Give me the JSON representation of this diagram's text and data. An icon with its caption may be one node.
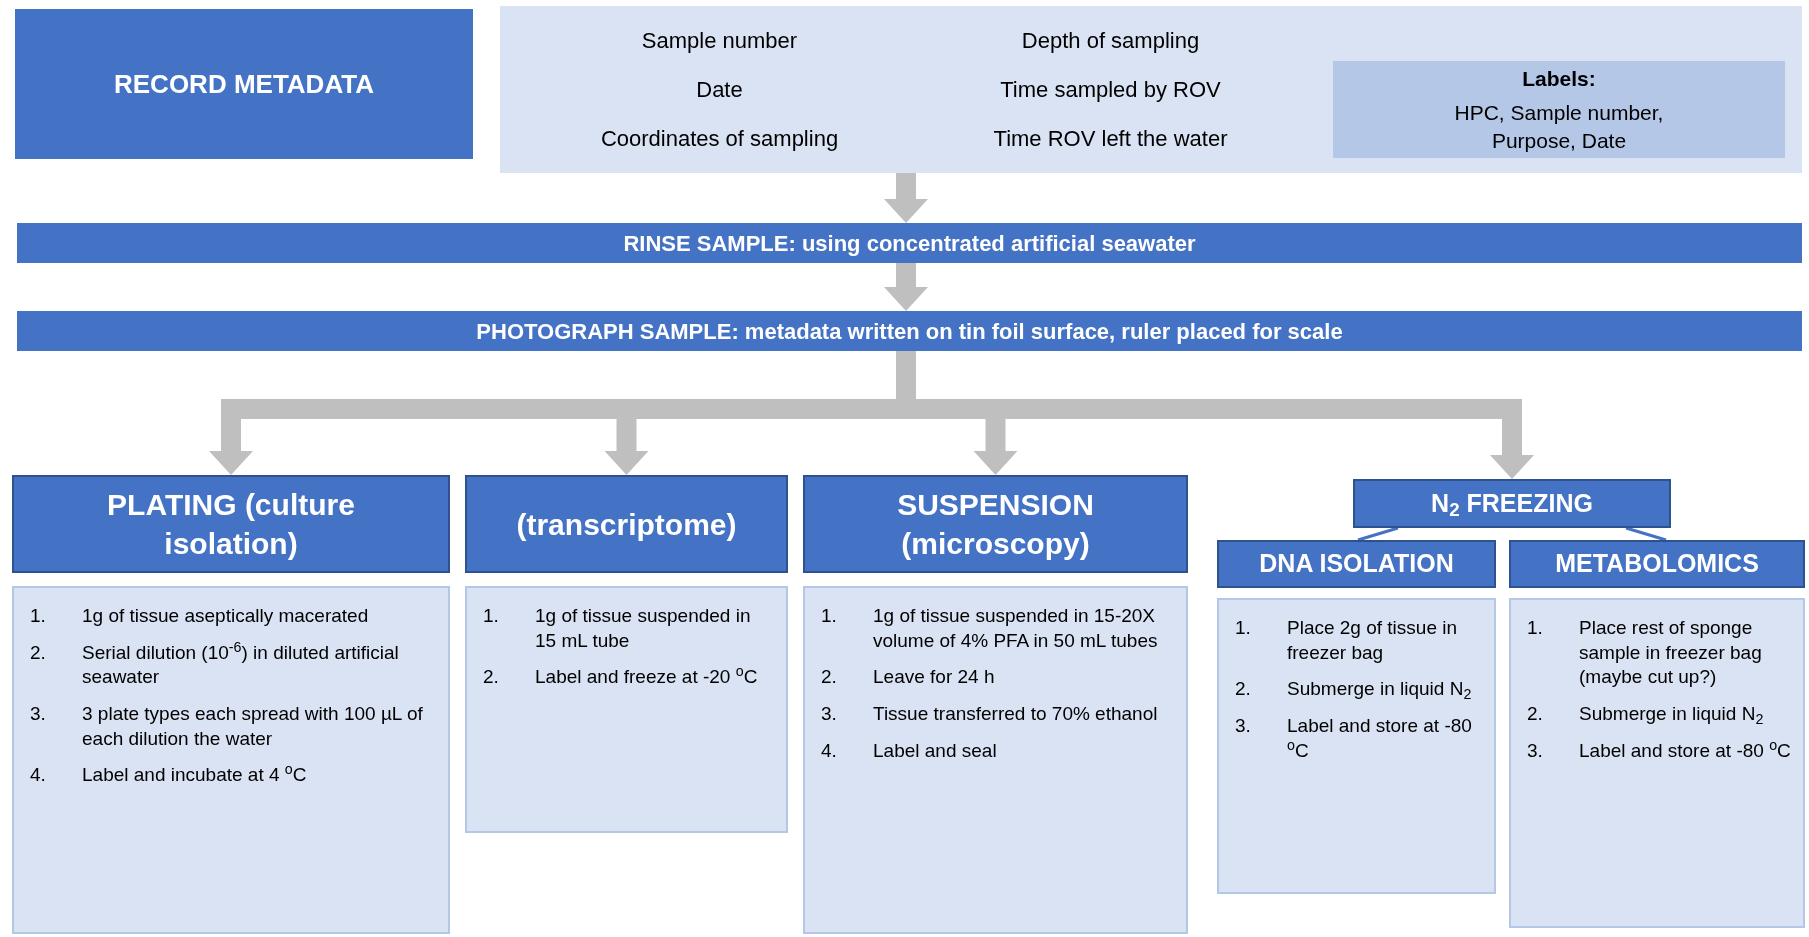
{
  "diagram": {
    "nodes": [
      {
        "text": [
          "RECORD METADATA"
        ]
      },
      {
        "text": [
          "Sample number",
          "Depth of sampling",
          "Date",
          "Time sampled by ROV",
          "Coordinates of sampling",
          "Time ROV left the water"
        ]
      },
      {
        "text": [
          "Labels:",
          "HPC, Sample number, Purpose, Date"
        ],
        "in": 1
      },
      {
        "text": [
          "RINSE SAMPLE: using concentrated artificial seawater"
        ]
      },
      {
        "text": [
          "PHOTOGRAPH SAMPLE: metadata written on tin foil surface, ruler placed for scale"
        ]
      },
      {
        "text": [
          "PLATING (culture isolation)"
        ]
      },
      {
        "text": [
          "1.",
          "1g of tissue aseptically macerated",
          "2.",
          "Serial dilution (10$^{-6}$) in diluted artificial seawater",
          "3.",
          "3 plate types each spread with 100 µL of each dilution the water",
          "4.",
          "Label and incubate at 4 $^{o}$C"
        ]
      },
      {
        "text": [
          "(transcriptome)"
        ]
      },
      {
        "text": [
          "1.",
          "1g of tissue suspended in 15 mL tube",
          "2.",
          "Label and freeze at -20 $^{o}$C"
        ]
      },
      {
        "text": [
          "SUSPENSION (microscopy)"
        ]
      },
      {
        "text": [
          "1.",
          "1g of tissue suspended in 15-20X volume of 4% PFA in 50 mL tubes",
          "2.",
          "Leave for 24 h",
          "3.",
          "Tissue transferred to 70% ethanol",
          "4.",
          "Label and seal"
        ]
      },
      {
        "text": [
          "N$_{2}$ FREEZING"
        ]
      },
      {
        "text": [
          "DNA ISOLATION"
        ]
      },
      {
        "text": [
          "1.",
          "Place 2g of tissue in freezer bag",
          "2.",
          "Submerge in liquid N$_{2}$",
          "3.",
          "Label and store at -80 $^{o}$C"
        ]
      },
      {
        "text": [
          "METABOLOMICS"
        ]
      },
      {
        "text": [
          "1.",
          "Place rest of sponge sample in freezer bag (maybe cut up?)",
          "2.",
          "Submerge in liquid N$_{2}$",
          "3.",
          "Label and store at -80 $^{o}$C"
        ]
      }
    ],
    "edges": [
      {
        "from": 1,
        "to": 3,
        "arrow": "to"
      },
      {
        "from": 3,
        "to": 4,
        "arrow": "to"
      },
      {
        "from": 4,
        "to": 5,
        "arrow": "to"
      },
      {
        "from": 4,
        "to": 7,
        "arrow": "to"
      },
      {
        "from": 4,
        "to": 9,
        "arrow": "to"
      },
      {
        "from": 4,
        "to": 11,
        "arrow": "to"
      },
      {
        "from": 11,
        "to": 12,
        "arrow": "none",
        "color": "#4472c4"
      },
      {
        "from": 11,
        "to": 14,
        "arrow": "none",
        "color": "#4472c4"
      }
    ]
  }
}
